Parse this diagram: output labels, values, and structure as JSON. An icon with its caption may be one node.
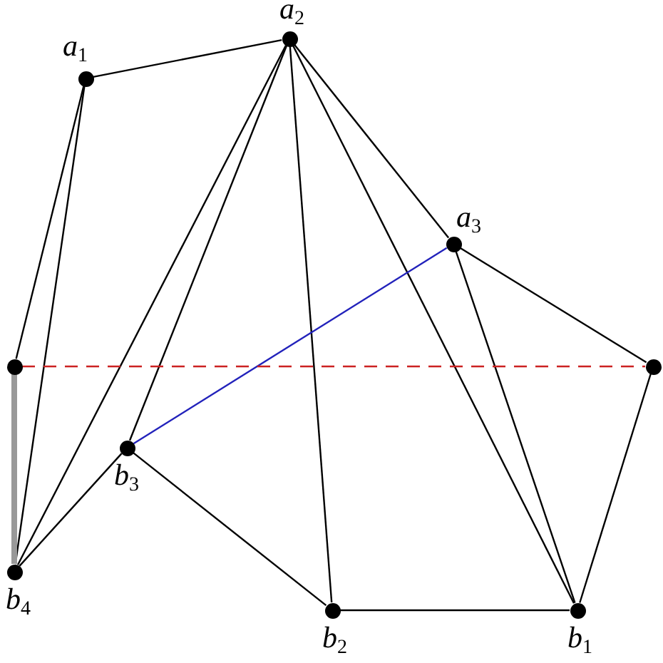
{
  "diagram": {
    "nodes": [
      {
        "text": [],
        "shape": "circle",
        "beside": [
          "*a*$_{1}$"
        ]
      },
      {
        "text": [],
        "shape": "circle",
        "beside": [
          "*a*$_{2}$"
        ]
      },
      {
        "text": [],
        "shape": "circle",
        "beside": [
          "*a*$_{3}$"
        ]
      },
      {
        "text": [],
        "shape": "circle"
      },
      {
        "text": [],
        "shape": "circle"
      },
      {
        "text": [],
        "shape": "circle",
        "beside": [
          "*b*$_{3}$"
        ]
      },
      {
        "text": [],
        "shape": "circle",
        "beside": [
          "*b*$_{4}$"
        ]
      },
      {
        "text": [],
        "shape": "circle",
        "beside": [
          "*b*$_{2}$"
        ]
      },
      {
        "text": [],
        "shape": "circle",
        "beside": [
          "*b*$_{1}$"
        ]
      }
    ],
    "edges": [
      {
        "from": 0,
        "to": 1,
        "arrow": "none"
      },
      {
        "from": 0,
        "to": 3,
        "arrow": "none"
      },
      {
        "from": 0,
        "to": 6,
        "arrow": "none"
      },
      {
        "from": 3,
        "to": 6,
        "arrow": "none",
        "style": "thick",
        "color": "#999999"
      },
      {
        "from": 1,
        "to": 6,
        "arrow": "none"
      },
      {
        "from": 1,
        "to": 5,
        "arrow": "none"
      },
      {
        "from": 1,
        "to": 7,
        "arrow": "none"
      },
      {
        "from": 1,
        "to": 8,
        "arrow": "none"
      },
      {
        "from": 1,
        "to": 2,
        "arrow": "none"
      },
      {
        "from": 2,
        "to": 4,
        "arrow": "none"
      },
      {
        "from": 2,
        "to": 8,
        "arrow": "none"
      },
      {
        "from": 4,
        "to": 8,
        "arrow": "none"
      },
      {
        "from": 8,
        "to": 7,
        "arrow": "none"
      },
      {
        "from": 7,
        "to": 5,
        "arrow": "none"
      },
      {
        "from": 5,
        "to": 6,
        "arrow": "none"
      },
      {
        "from": 2,
        "to": 5,
        "arrow": "none",
        "color": "#2222bb"
      },
      {
        "from": 3,
        "to": 4,
        "arrow": "none",
        "style": "dashed",
        "color": "#cc2222"
      }
    ]
  }
}
